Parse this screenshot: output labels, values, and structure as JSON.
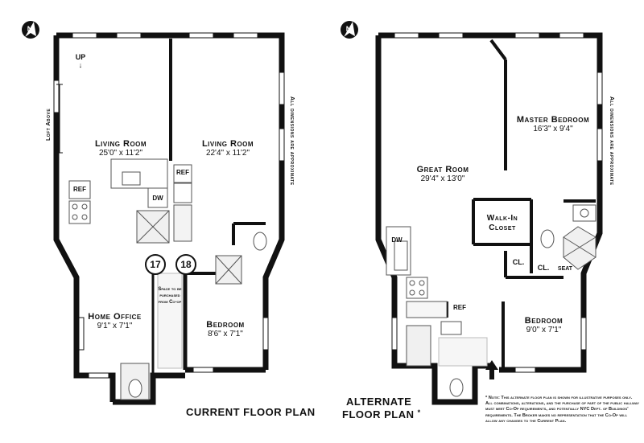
{
  "current_plan": {
    "caption": "CURRENT FLOOR PLAN",
    "north": "N",
    "stair_label": "UP",
    "loft_label": "Loft Above",
    "dimension_note": "All dimensions are approximate",
    "rooms": [
      {
        "name": "Living Room",
        "dims": "25'0\" x 11'2\""
      },
      {
        "name": "Living Room",
        "dims": "22'4\" x 11'2\""
      },
      {
        "name": "Home Office",
        "dims": "9'1\" x 7'1\""
      },
      {
        "name": "Bedroom",
        "dims": "8'6\" x 7'1\""
      }
    ],
    "fixtures": {
      "ref_left": "REF",
      "ref_right": "REF",
      "dw": "DW"
    },
    "units": [
      "17",
      "18"
    ],
    "space_label": "Space to be purchased from Co-op"
  },
  "alternate_plan": {
    "caption_line1": "ALTERNATE",
    "caption_line2": "FLOOR PLAN",
    "caption_mark": "*",
    "north": "N",
    "dimension_note": "All dimensions are approximate",
    "rooms": [
      {
        "name": "Great Room",
        "dims": "29'4\" x 13'0\""
      },
      {
        "name": "Master Bedroom",
        "dims": "16'3\" x 9'4\""
      },
      {
        "name": "Bedroom",
        "dims": "9'0\" x 7'1\""
      }
    ],
    "walk_in_line1": "Walk-In",
    "walk_in_line2": "Closet",
    "fixtures": {
      "dw": "DW",
      "ref": "REF",
      "cl1": "CL.",
      "cl2": "CL.",
      "seat": "SEAT"
    },
    "note": "* Note: This alternate floor plan is shown for illustrative purposes only. All combinations, alterations, and the purchase of part of the public hallway must meet Co-Op requirements, and potentially NYC Dept. of Buildings' requirements. The Broker makes no representation that the Co-Op will allow any changes to the Current Plan."
  },
  "colors": {
    "wall": "#111111",
    "window": "#ffffff",
    "fixture": "#777777",
    "watermark": "#ececec"
  }
}
